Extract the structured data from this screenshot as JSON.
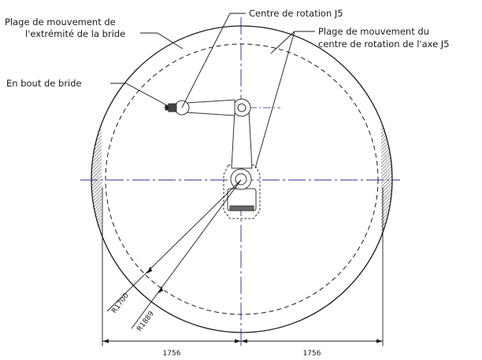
{
  "labels": {
    "flange_range_line1": "Plage de mouvement de",
    "flange_range_line2": "l'extrémité de la bride",
    "j5_center": "Centre de rotation J5",
    "j5_range_line1": "Plage de mouvement du",
    "j5_range_line2": "centre de rotation de l'axe J5",
    "flange_end": "En bout de bride"
  },
  "dimensions": {
    "radius_inner": "R1700",
    "radius_outer": "R1889",
    "width_left": "1756",
    "width_right": "1756"
  },
  "colors": {
    "line": "#1a1a1a",
    "centerline": "#2b2b8c",
    "robot": "#333333",
    "hatch": "#555555"
  }
}
